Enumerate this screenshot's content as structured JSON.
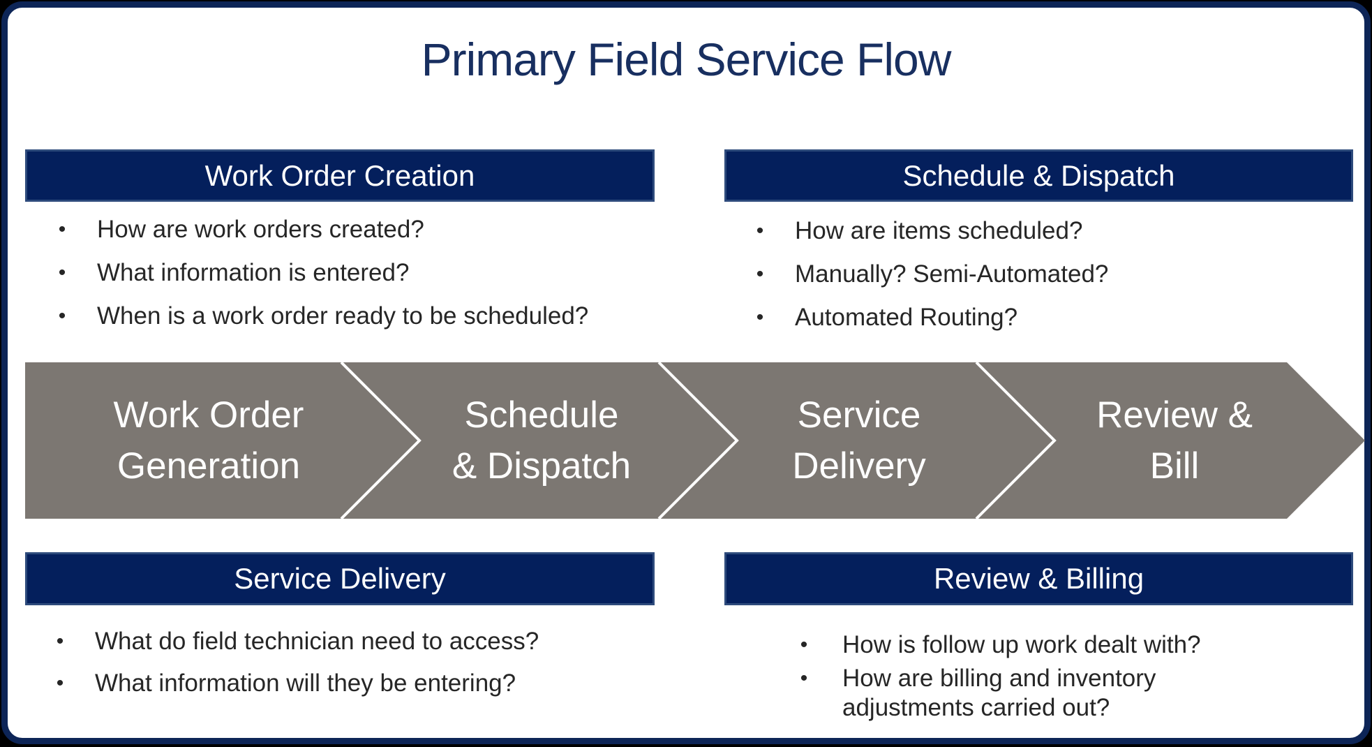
{
  "title": "Primary Field Service Flow",
  "bullet_glyph": "•",
  "colors": {
    "slide_border_navy": "#0d2557",
    "header_bar_fill": "#041f5c",
    "header_bar_border": "#2e4b7c",
    "title_text": "#182f60",
    "flow_band_gray": "#7c7772",
    "body_text": "#262626",
    "outer_background": "#000000"
  },
  "quadrants": [
    {
      "header": "Work Order Creation",
      "bullets": [
        "How are work orders created?",
        "What information is entered?",
        "When is a work order ready to be scheduled?"
      ]
    },
    {
      "header": "Schedule & Dispatch",
      "bullets": [
        "How are items scheduled?",
        "Manually? Semi-Automated?",
        "Automated Routing?"
      ]
    },
    {
      "header": "Service Delivery",
      "bullets": [
        "What do field technician need to access?",
        "What information will they be entering?"
      ]
    },
    {
      "header": "Review & Billing",
      "bullets": [
        "How is follow up work dealt with?",
        "How are billing and inventory adjustments carried out?"
      ]
    }
  ],
  "flow_stages": [
    {
      "label": "Work Order Generation",
      "lines": [
        "Work Order",
        "Generation"
      ]
    },
    {
      "label": "Schedule & Dispatch",
      "lines": [
        "Schedule",
        "& Dispatch"
      ]
    },
    {
      "label": "Service Delivery",
      "lines": [
        "Service",
        "Delivery"
      ]
    },
    {
      "label": "Review & Bill",
      "lines": [
        "Review &",
        "Bill"
      ]
    }
  ]
}
